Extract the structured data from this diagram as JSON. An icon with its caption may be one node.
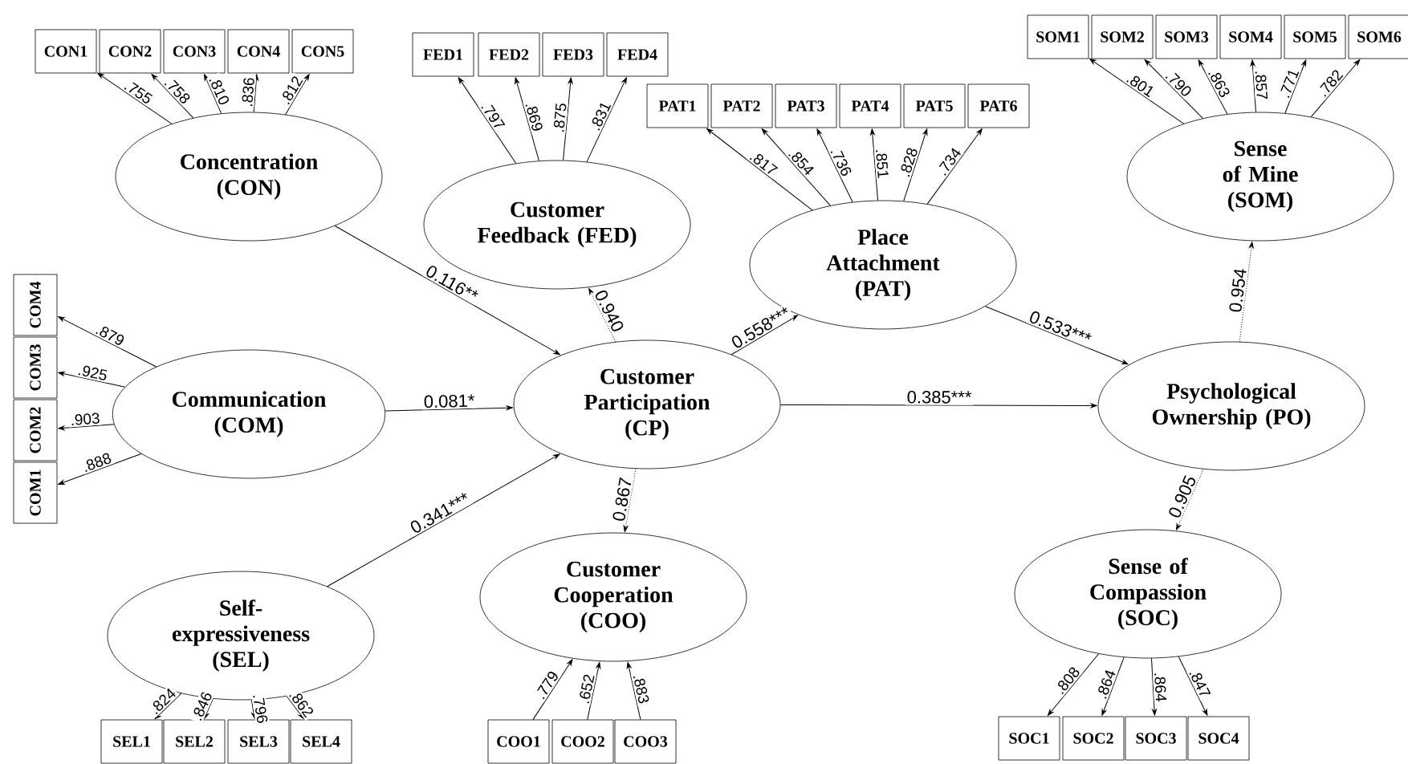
{
  "diagram": {
    "nodes": [
      {
        "text": [
          "Concentration (CON)"
        ]
      },
      {
        "text": [
          "Customer Feedback (FED)"
        ]
      },
      {
        "text": [
          "Place Attachment (PAT)"
        ]
      },
      {
        "text": [
          "Sense of Mine (SOM)"
        ]
      },
      {
        "text": [
          "Communication (COM)"
        ]
      },
      {
        "text": [
          "Customer Participation (CP)"
        ]
      },
      {
        "text": [
          "Psychological Ownership (PO)"
        ]
      },
      {
        "text": [
          "Self- expressiveness (SEL)"
        ]
      },
      {
        "text": [
          "Customer Cooperation (COO)"
        ]
      },
      {
        "text": [
          "Sense of Compassion (SOC)"
        ]
      },
      {
        "text": [
          "CON1"
        ]
      },
      {
        "text": [
          "CON2"
        ]
      },
      {
        "text": [
          "CON3"
        ]
      },
      {
        "text": [
          "CON4"
        ]
      },
      {
        "text": [
          "CON5"
        ]
      },
      {
        "text": [
          "FED1"
        ]
      },
      {
        "text": [
          "FED2"
        ]
      },
      {
        "text": [
          "FED3"
        ]
      },
      {
        "text": [
          "FED4"
        ]
      },
      {
        "text": [
          "PAT1"
        ]
      },
      {
        "text": [
          "PAT2"
        ]
      },
      {
        "text": [
          "PAT3"
        ]
      },
      {
        "text": [
          "PAT4"
        ]
      },
      {
        "text": [
          "PAT5"
        ]
      },
      {
        "text": [
          "PAT6"
        ]
      },
      {
        "text": [
          "SOM1"
        ]
      },
      {
        "text": [
          "SOM2"
        ]
      },
      {
        "text": [
          "SOM3"
        ]
      },
      {
        "text": [
          "SOM4"
        ]
      },
      {
        "text": [
          "SOM5"
        ]
      },
      {
        "text": [
          "SOM6"
        ]
      },
      {
        "text": [
          "COM4"
        ]
      },
      {
        "text": [
          "COM3"
        ]
      },
      {
        "text": [
          "COM2"
        ]
      },
      {
        "text": [
          "COM1"
        ]
      },
      {
        "text": [
          "SEL1"
        ]
      },
      {
        "text": [
          "SEL2"
        ]
      },
      {
        "text": [
          "SEL3"
        ]
      },
      {
        "text": [
          "SEL4"
        ]
      },
      {
        "text": [
          "COO1"
        ]
      },
      {
        "text": [
          "COO2"
        ]
      },
      {
        "text": [
          "COO3"
        ]
      },
      {
        "text": [
          "SOC1"
        ]
      },
      {
        "text": [
          "SOC2"
        ]
      },
      {
        "text": [
          "SOC3"
        ]
      },
      {
        "text": [
          "SOC4"
        ]
      }
    ],
    "edges": [
      {
        "from": 0,
        "to": 5,
        "arrow": "to",
        "label": "0.116**"
      },
      {
        "from": 4,
        "to": 5,
        "arrow": "to",
        "label": "0.081*"
      },
      {
        "from": 7,
        "to": 5,
        "arrow": "to",
        "label": "0.341***"
      },
      {
        "from": 5,
        "to": 2,
        "arrow": "to",
        "label": "0.558***"
      },
      {
        "from": 5,
        "to": 6,
        "arrow": "to",
        "label": "0.385***"
      },
      {
        "from": 2,
        "to": 6,
        "arrow": "to",
        "label": "0.533***"
      },
      {
        "from": 5,
        "to": 1,
        "arrow": "to",
        "label": "0.940",
        "style": "dashed"
      },
      {
        "from": 5,
        "to": 8,
        "arrow": "to",
        "label": "0.867",
        "style": "dashed"
      },
      {
        "from": 6,
        "to": 3,
        "arrow": "to",
        "label": "0.954",
        "style": "dashed"
      },
      {
        "from": 6,
        "to": 9,
        "arrow": "to",
        "label": "0.905",
        "style": "dashed"
      },
      {
        "from": 0,
        "to": 10,
        "arrow": "to",
        "label": ".755"
      },
      {
        "from": 0,
        "to": 11,
        "arrow": "to",
        "label": ".758"
      },
      {
        "from": 0,
        "to": 12,
        "arrow": "to",
        "label": ".810"
      },
      {
        "from": 0,
        "to": 13,
        "arrow": "to",
        "label": ".836"
      },
      {
        "from": 0,
        "to": 14,
        "arrow": "to",
        "label": ".812"
      },
      {
        "from": 1,
        "to": 15,
        "arrow": "to",
        "label": ".797"
      },
      {
        "from": 1,
        "to": 16,
        "arrow": "to",
        "label": ".869"
      },
      {
        "from": 1,
        "to": 17,
        "arrow": "to",
        "label": ".875"
      },
      {
        "from": 1,
        "to": 18,
        "arrow": "to",
        "label": ".831"
      },
      {
        "from": 2,
        "to": 19,
        "arrow": "to",
        "label": ".817"
      },
      {
        "from": 2,
        "to": 20,
        "arrow": "to",
        "label": ".854"
      },
      {
        "from": 2,
        "to": 21,
        "arrow": "to",
        "label": ".736"
      },
      {
        "from": 2,
        "to": 22,
        "arrow": "to",
        "label": ".851"
      },
      {
        "from": 2,
        "to": 23,
        "arrow": "to",
        "label": ".828"
      },
      {
        "from": 2,
        "to": 24,
        "arrow": "to",
        "label": ".734"
      },
      {
        "from": 3,
        "to": 25,
        "arrow": "to",
        "label": ".801"
      },
      {
        "from": 3,
        "to": 26,
        "arrow": "to",
        "label": ".790"
      },
      {
        "from": 3,
        "to": 27,
        "arrow": "to",
        "label": ".863"
      },
      {
        "from": 3,
        "to": 28,
        "arrow": "to",
        "label": ".857"
      },
      {
        "from": 3,
        "to": 29,
        "arrow": "to",
        "label": ".771"
      },
      {
        "from": 3,
        "to": 30,
        "arrow": "to",
        "label": ".782"
      },
      {
        "from": 4,
        "to": 31,
        "arrow": "to",
        "label": ".879"
      },
      {
        "from": 4,
        "to": 32,
        "arrow": "to",
        "label": ".925"
      },
      {
        "from": 4,
        "to": 33,
        "arrow": "to",
        "label": ".903"
      },
      {
        "from": 4,
        "to": 34,
        "arrow": "to",
        "label": ".888"
      },
      {
        "from": 7,
        "to": 35,
        "arrow": "to",
        "label": ".824"
      },
      {
        "from": 7,
        "to": 36,
        "arrow": "to",
        "label": ".846"
      },
      {
        "from": 7,
        "to": 37,
        "arrow": "to",
        "label": ".796"
      },
      {
        "from": 7,
        "to": 38,
        "arrow": "to",
        "label": ".862"
      },
      {
        "from": 39,
        "to": 8,
        "arrow": "to",
        "label": ".779"
      },
      {
        "from": 40,
        "to": 8,
        "arrow": "to",
        "label": ".652"
      },
      {
        "from": 41,
        "to": 8,
        "arrow": "to",
        "label": ".883"
      },
      {
        "from": 9,
        "to": 42,
        "arrow": "to",
        "label": ".808"
      },
      {
        "from": 9,
        "to": 43,
        "arrow": "to",
        "label": ".864"
      },
      {
        "from": 9,
        "to": 44,
        "arrow": "to",
        "label": ".864"
      },
      {
        "from": 9,
        "to": 45,
        "arrow": "to",
        "label": ".847"
      }
    ]
  }
}
